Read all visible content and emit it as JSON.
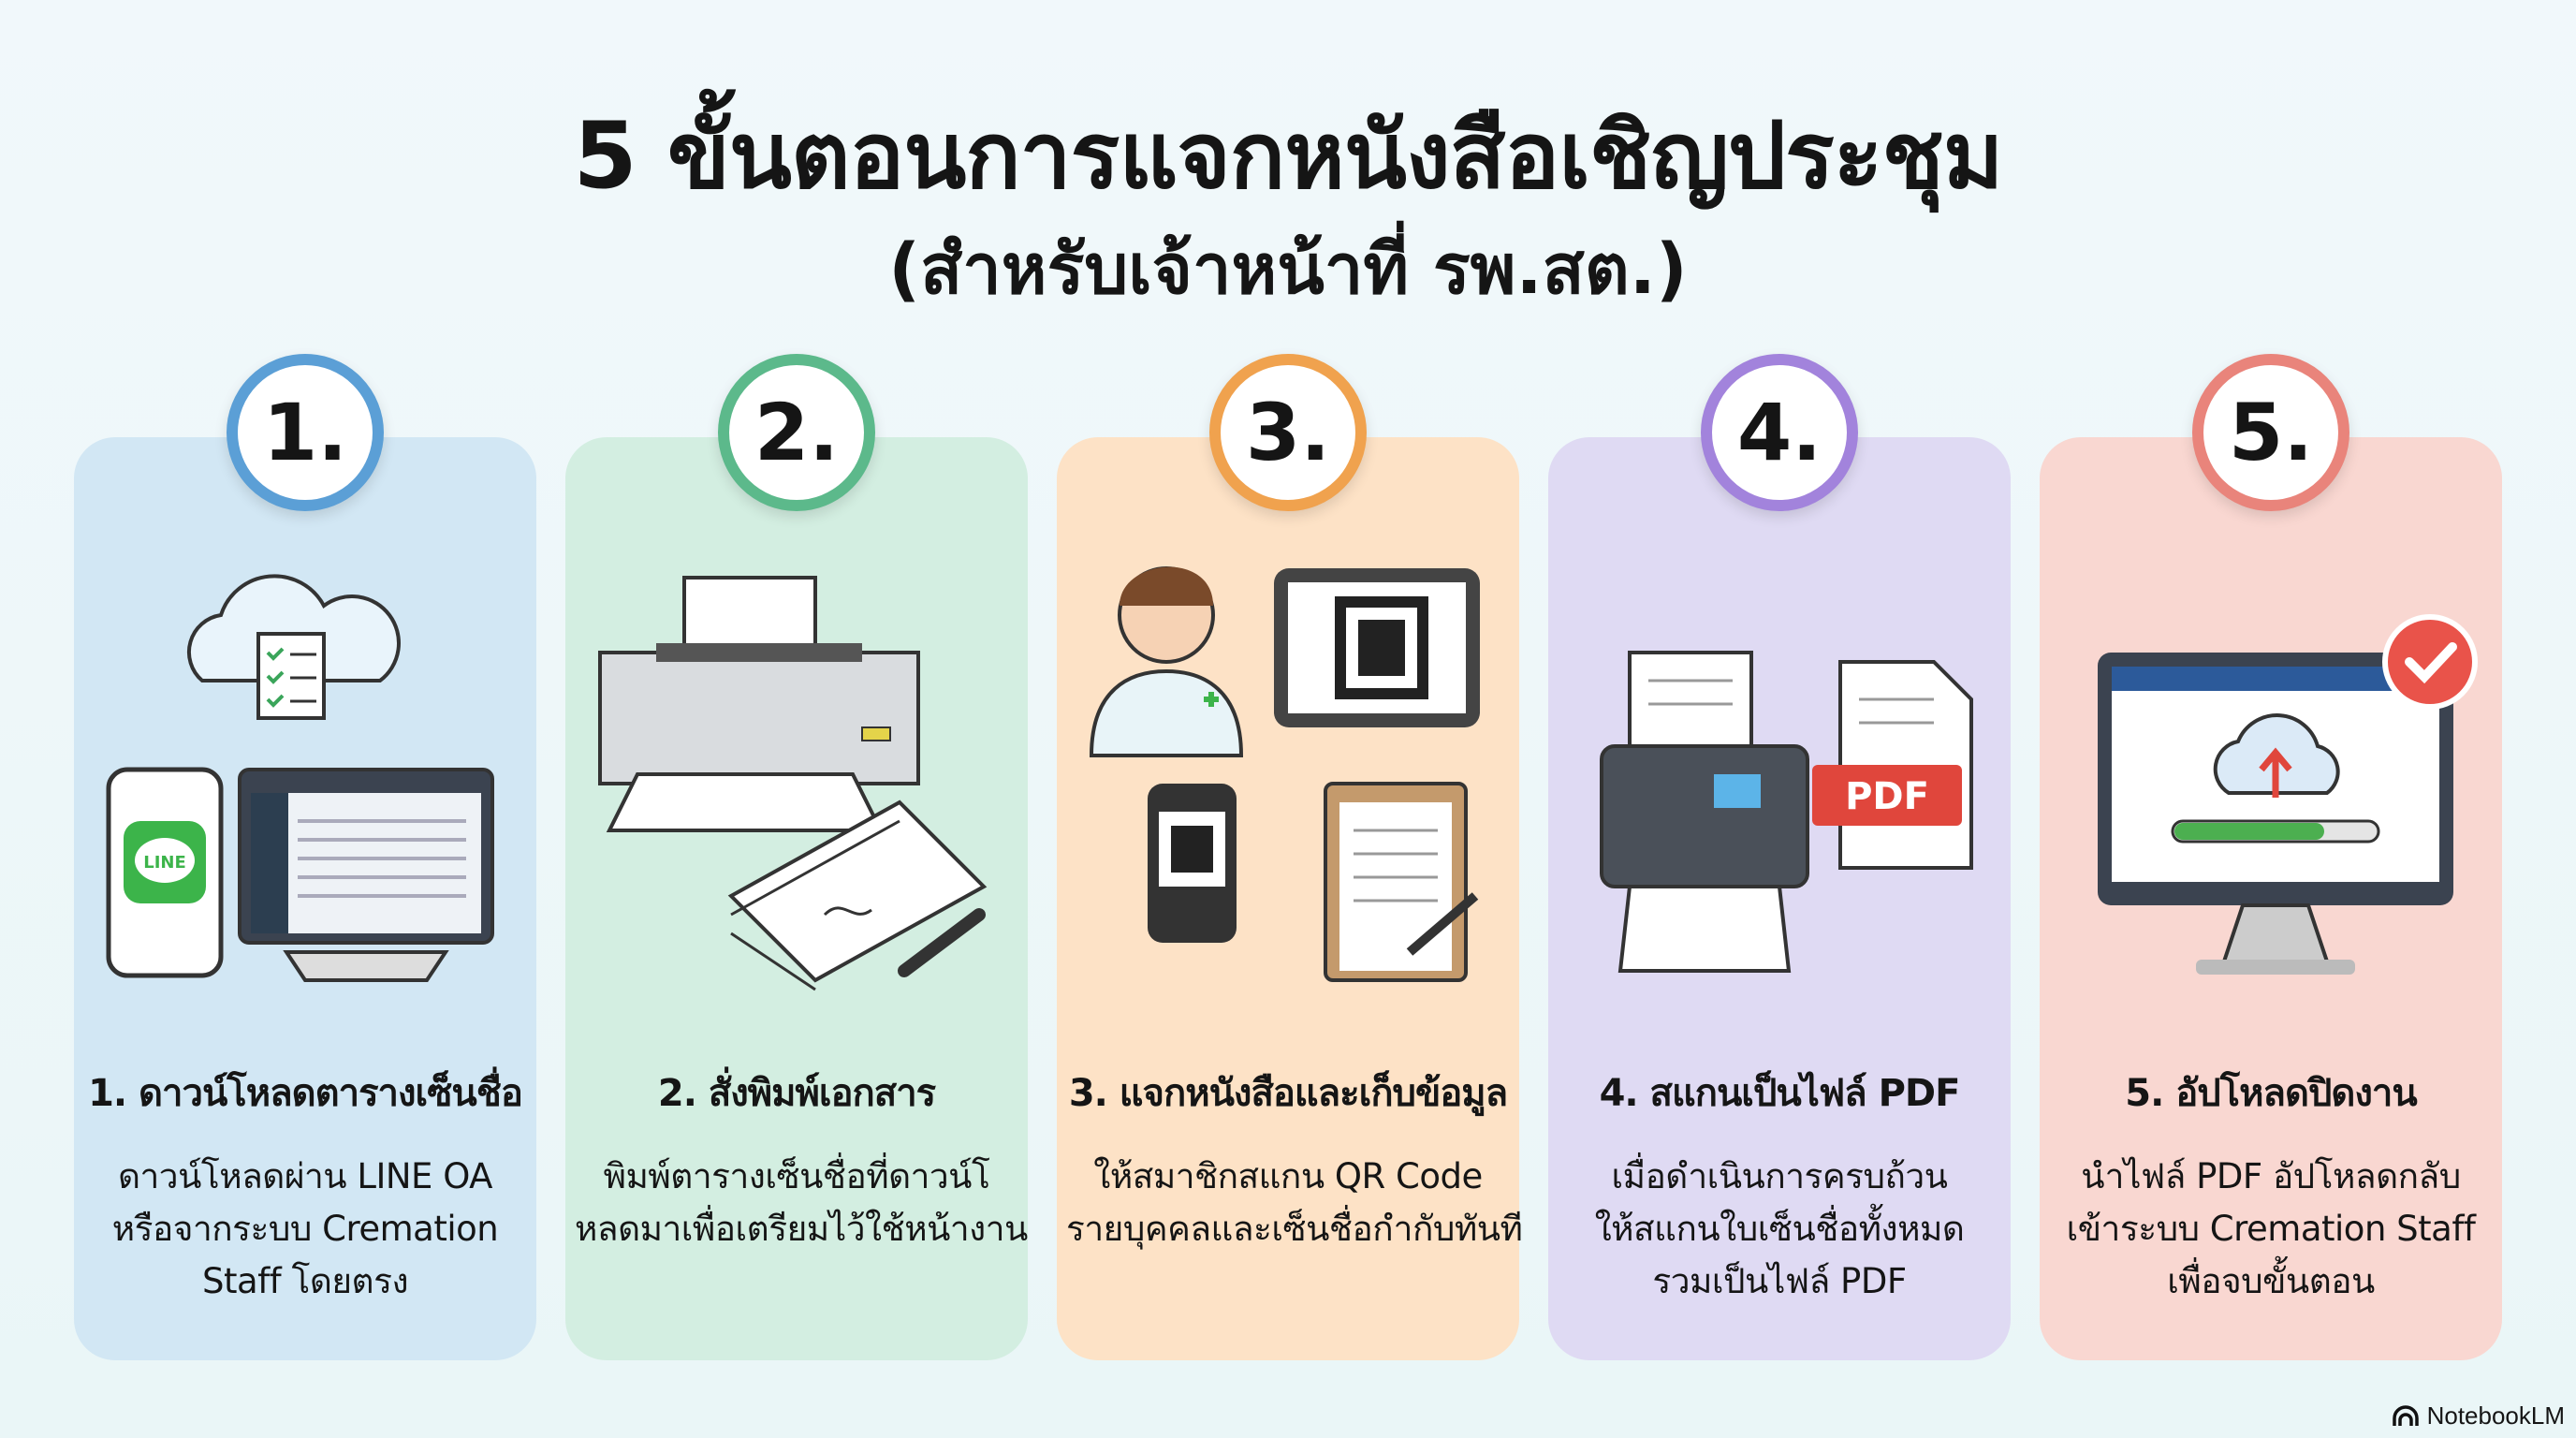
{
  "title": {
    "line1": "5 ขั้นตอนการแจกหนังสือเชิญประชุม",
    "line2": "(สำหรับเจ้าหน้าที่ รพ.สต.)"
  },
  "steps": [
    {
      "number": "1.",
      "title": "1. ดาวน์โหลดตารางเซ็นชื่อ",
      "lines": [
        "ดาวน์โหลดผ่าน LINE OA",
        "หรือจากระบบ Cremation",
        "Staff โดยตรง"
      ],
      "icon_label": "LINE",
      "color": "#5b9fd6",
      "bg": "#d2e7f4"
    },
    {
      "number": "2.",
      "title": "2. สั่งพิมพ์เอกสาร",
      "lines": [
        "พิมพ์ตารางเซ็นชื่อที่ดาวน์โ",
        "หลดมาเพื่อเตรียมไว้ใช้หน้างาน"
      ],
      "color": "#5cb98b",
      "bg": "#d3eee1"
    },
    {
      "number": "3.",
      "title": "3. แจกหนังสือและเก็บข้อมูล",
      "lines": [
        "ให้สมาชิกสแกน QR Code",
        "รายบุคคลและเซ็นชื่อกำกับทันที"
      ],
      "color": "#f0a24e",
      "bg": "#fde2c6"
    },
    {
      "number": "4.",
      "title": "4. สแกนเป็นไฟล์ PDF",
      "lines": [
        "เมื่อดำเนินการครบถ้วน",
        "ให้สแกนใบเซ็นชื่อทั้งหมด",
        "รวมเป็นไฟล์ PDF"
      ],
      "icon_label": "PDF",
      "color": "#a283dc",
      "bg": "#dfdaf3"
    },
    {
      "number": "5.",
      "title": "5. อัปโหลดปิดงาน",
      "lines": [
        "นำไฟล์ PDF อัปโหลดกลับ",
        "เข้าระบบ Cremation Staff",
        "เพื่อจบขั้นตอน"
      ],
      "color": "#e9847b",
      "bg": "#f9d7d1"
    }
  ],
  "watermark": "NotebookLM"
}
